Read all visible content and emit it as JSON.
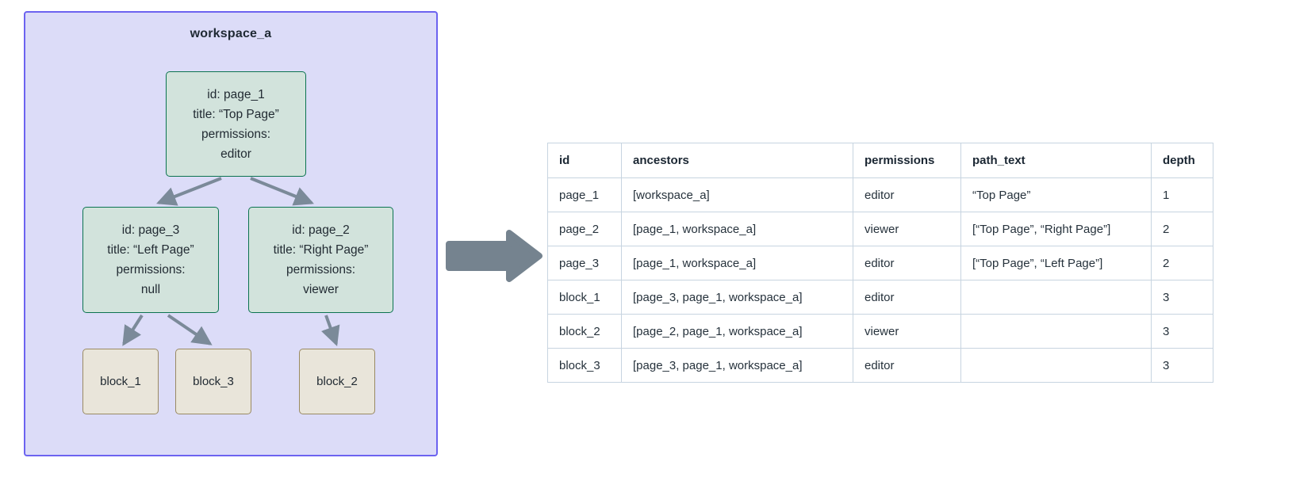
{
  "workspace": {
    "title": "workspace_a",
    "border_color": "#6c63f0",
    "fill_color": "#dcdcf8",
    "nodes": [
      {
        "key": "page_1",
        "type": "page",
        "lines": [
          "id: page_1",
          "title: “Top Page”",
          "permissions:",
          "editor"
        ]
      },
      {
        "key": "page_3",
        "type": "page",
        "lines": [
          "id: page_3",
          "title: “Left Page”",
          "permissions:",
          "null"
        ]
      },
      {
        "key": "page_2",
        "type": "page",
        "lines": [
          "id: page_2",
          "title: “Right Page”",
          "permissions:",
          "viewer"
        ]
      },
      {
        "key": "block_1",
        "type": "block",
        "lines": [
          "block_1"
        ]
      },
      {
        "key": "block_3",
        "type": "block",
        "lines": [
          "block_3"
        ]
      },
      {
        "key": "block_2",
        "type": "block",
        "lines": [
          "block_2"
        ]
      }
    ],
    "edges": [
      {
        "from": "page_1",
        "to": "page_3"
      },
      {
        "from": "page_1",
        "to": "page_2"
      },
      {
        "from": "page_3",
        "to": "block_1"
      },
      {
        "from": "page_3",
        "to": "block_3"
      },
      {
        "from": "page_2",
        "to": "block_2"
      }
    ],
    "edge_color": "#7b8a99",
    "page_fill": "#d2e3dc",
    "page_border": "#0b7350",
    "block_fill": "#e9e5da",
    "block_border": "#9a8a63"
  },
  "transform_arrow": {
    "name": "right-arrow",
    "color": "#75838f",
    "direction": "right"
  },
  "table": {
    "columns": [
      "id",
      "ancestors",
      "permissions",
      "path_text",
      "depth"
    ],
    "rows": [
      {
        "id": "page_1",
        "ancestors": "[workspace_a]",
        "permissions": "editor",
        "path_text": "“Top Page”",
        "depth": "1"
      },
      {
        "id": "page_2",
        "ancestors": "[page_1, workspace_a]",
        "permissions": "viewer",
        "path_text": "[“Top Page”, “Right Page”]",
        "depth": "2"
      },
      {
        "id": "page_3",
        "ancestors": "[page_1, workspace_a]",
        "permissions": "editor",
        "path_text": "[“Top Page”, “Left Page”]",
        "depth": "2"
      },
      {
        "id": "block_1",
        "ancestors": "[page_3, page_1, workspace_a]",
        "permissions": "editor",
        "path_text": "",
        "depth": "3"
      },
      {
        "id": "block_2",
        "ancestors": "[page_2, page_1, workspace_a]",
        "permissions": "viewer",
        "path_text": "",
        "depth": "3"
      },
      {
        "id": "block_3",
        "ancestors": "[page_3, page_1, workspace_a]",
        "permissions": "editor",
        "path_text": "",
        "depth": "3"
      }
    ]
  }
}
